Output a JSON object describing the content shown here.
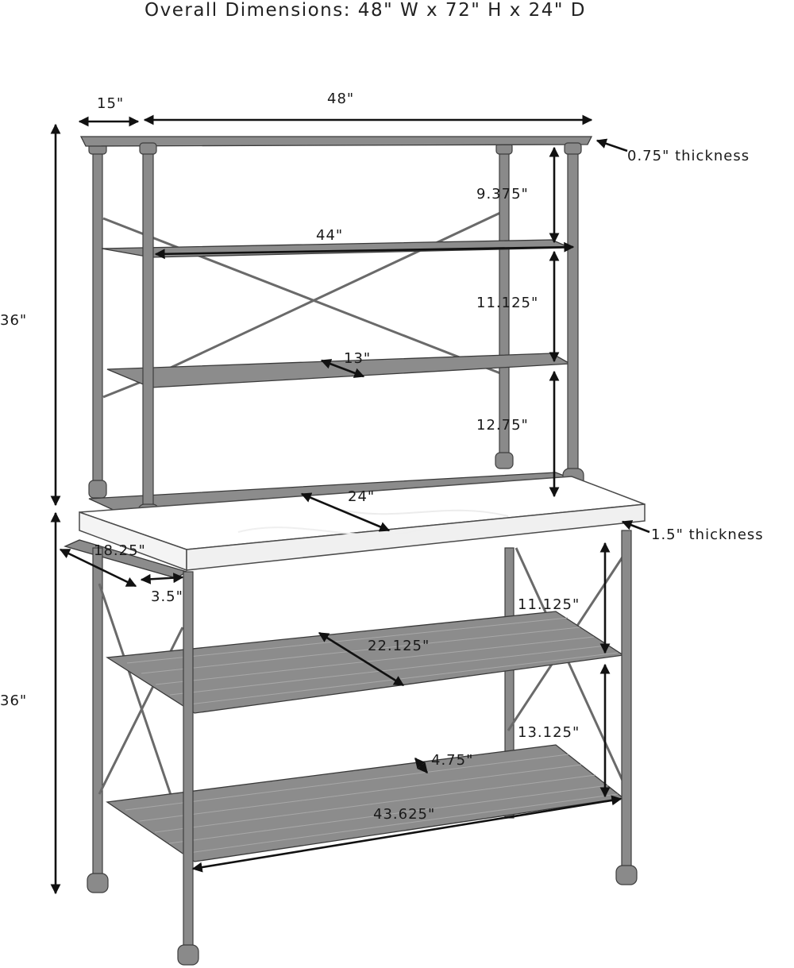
{
  "title": "Overall Dimensions: 48\" W x 72\" H x 24\" D",
  "labels": {
    "side_width": "15\"",
    "overall_width": "48\"",
    "top_thickness": "0.75\" thickness",
    "hutch_height": "36\"",
    "top_gap": "9.375\"",
    "hutch_shelf_width": "44\"",
    "mid_gap": "11.125\"",
    "hutch_shelf_depth": "13\"",
    "lower_hutch_gap": "12.75\"",
    "counter_depth": "24\"",
    "counter_thickness": "1.5\" thickness",
    "base_height": "36\"",
    "towel_bar_length": "18.25\"",
    "towel_bar_offset": "3.5\"",
    "base_upper_gap": "11.125\"",
    "base_shelf_depth": "22.125\"",
    "base_lower_gap": "13.125\"",
    "slat_spacing": "4.75\"",
    "base_shelf_width": "43.625\""
  },
  "colors": {
    "frame": "#8a8a8a",
    "outline": "#3a3a3a",
    "countertop": "#ffffff",
    "arrow": "#111111"
  }
}
